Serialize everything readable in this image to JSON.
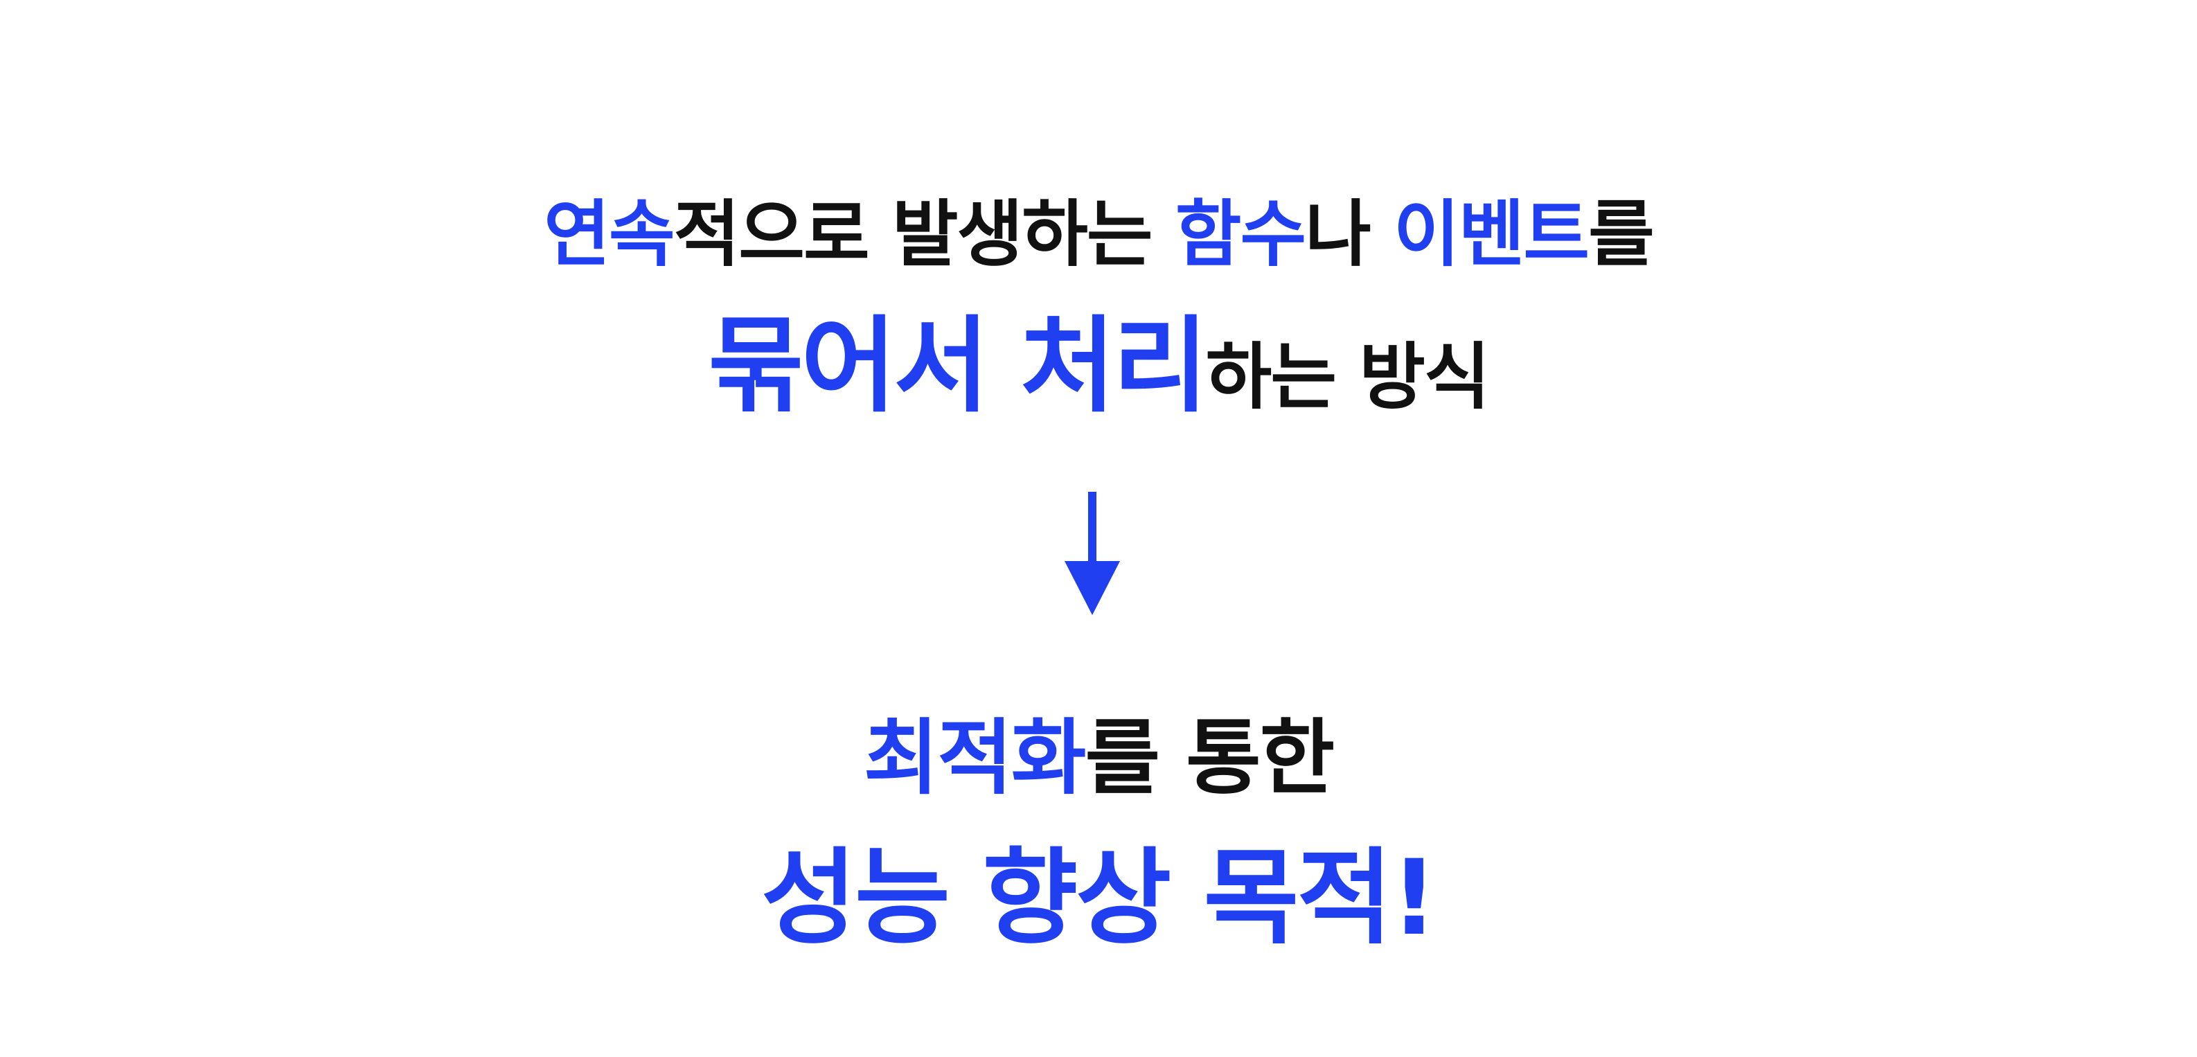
{
  "colors": {
    "accent": "#1f3ff0",
    "text": "#111111",
    "background": "#ffffff"
  },
  "slide": {
    "line1": {
      "seg1": "연속",
      "seg2": "적으로 발생하는 ",
      "seg3": "함수",
      "seg4": "나 ",
      "seg5": "이벤트",
      "seg6": "를"
    },
    "line2": {
      "seg1": "묶어서 처리",
      "seg2": "하는 방식"
    },
    "arrow_icon": "arrow-down-icon",
    "line3": {
      "seg1": "최적화",
      "seg2": "를 통한"
    },
    "line4": {
      "seg1": "성능 향상 목적!"
    }
  }
}
